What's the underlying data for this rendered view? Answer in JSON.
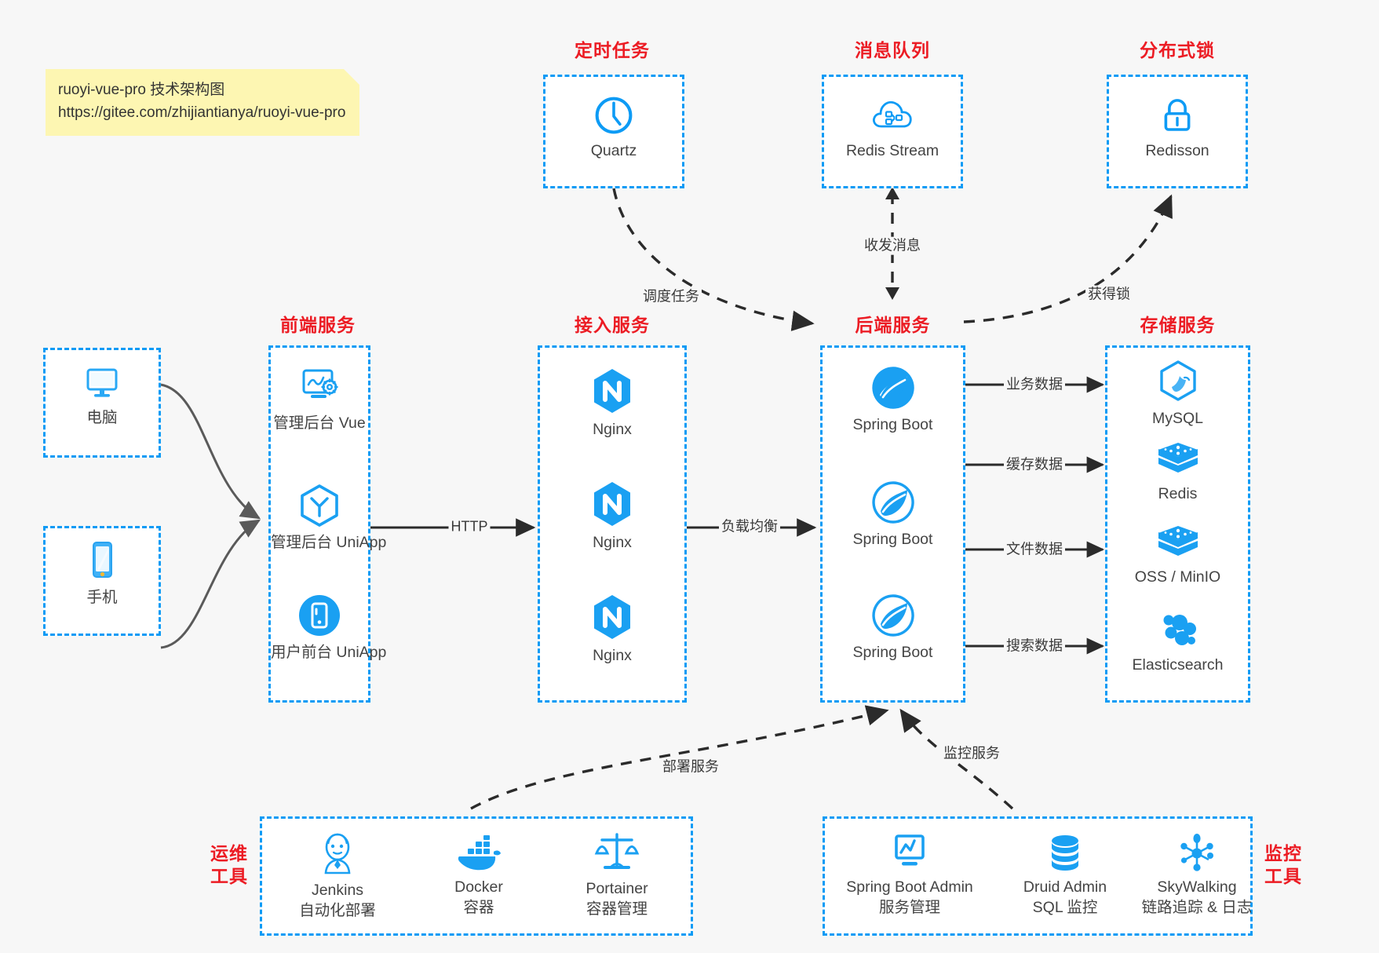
{
  "note": {
    "line1": "ruoyi-vue-pro 技术架构图",
    "line2": "https://gitee.com/zhijiantianya/ruoyi-vue-pro"
  },
  "colors": {
    "accent_blue": "#0d9bf5",
    "title_red": "#ec1c24",
    "canvas_bg": "#f7f7f7",
    "box_bg": "#ffffff",
    "note_bg": "#fdf6b2",
    "edge_dark": "#2b2b2b",
    "edge_gray": "#595959"
  },
  "groups": {
    "clients": {
      "pc": {
        "label": "电脑",
        "icon": "desktop-monitor-icon"
      },
      "phone": {
        "label": "手机",
        "icon": "mobile-phone-icon"
      }
    },
    "scheduler": {
      "title": "定时任务",
      "nodes": [
        {
          "label": "Quartz",
          "icon": "clock-icon"
        }
      ]
    },
    "message_queue": {
      "title": "消息队列",
      "nodes": [
        {
          "label": "Redis Stream",
          "icon": "cloud-stream-icon"
        }
      ]
    },
    "distributed_lock": {
      "title": "分布式锁",
      "nodes": [
        {
          "label": "Redisson",
          "icon": "padlock-icon"
        }
      ]
    },
    "frontend": {
      "title": "前端服务",
      "nodes": [
        {
          "label": "管理后台 Vue",
          "icon": "admin-dashboard-icon"
        },
        {
          "label": "管理后台 UniApp",
          "icon": "uniapp-hexagon-icon"
        },
        {
          "label": "用户前台 UniApp",
          "icon": "mobile-app-circle-icon"
        }
      ]
    },
    "gateway": {
      "title": "接入服务",
      "nodes": [
        {
          "label": "Nginx",
          "icon": "nginx-icon"
        },
        {
          "label": "Nginx",
          "icon": "nginx-icon"
        },
        {
          "label": "Nginx",
          "icon": "nginx-icon"
        }
      ]
    },
    "backend": {
      "title": "后端服务",
      "nodes": [
        {
          "label": "Spring Boot",
          "icon": "spring-boot-leaf-icon"
        },
        {
          "label": "Spring Boot",
          "icon": "spring-boot-leaf-icon"
        },
        {
          "label": "Spring Boot",
          "icon": "spring-boot-leaf-icon"
        }
      ]
    },
    "storage": {
      "title": "存储服务",
      "nodes": [
        {
          "label": "MySQL",
          "icon": "mysql-dolphin-icon"
        },
        {
          "label": "Redis",
          "icon": "redis-stack-icon"
        },
        {
          "label": "OSS / MinIO",
          "icon": "redis-stack-icon"
        },
        {
          "label": "Elasticsearch",
          "icon": "elasticsearch-cluster-icon"
        }
      ]
    },
    "devops": {
      "title": "运维\n工具",
      "title_line1": "运维",
      "title_line2": "工具",
      "nodes": [
        {
          "label": "Jenkins",
          "sub": "自动化部署",
          "icon": "jenkins-butler-icon"
        },
        {
          "label": "Docker",
          "sub": "容器",
          "icon": "docker-whale-icon"
        },
        {
          "label": "Portainer",
          "sub": "容器管理",
          "icon": "portainer-scales-icon"
        }
      ]
    },
    "monitoring": {
      "title_line1": "监控",
      "title_line2": "工具",
      "nodes": [
        {
          "label": "Spring Boot Admin",
          "sub": "服务管理",
          "icon": "monitor-chart-icon"
        },
        {
          "label": "Druid Admin",
          "sub": "SQL 监控",
          "icon": "database-cylinder-icon"
        },
        {
          "label": "SkyWalking",
          "sub": "链路追踪 & 日志",
          "icon": "skywalking-nodes-icon"
        }
      ]
    }
  },
  "edges": [
    {
      "id": "front-to-gateway",
      "label": "HTTP",
      "from": "frontend",
      "to": "gateway",
      "style": "solid"
    },
    {
      "id": "gateway-to-backend",
      "label": "负载均衡",
      "from": "gateway",
      "to": "backend",
      "style": "solid"
    },
    {
      "id": "quartz-to-backend",
      "label": "调度任务",
      "from": "scheduler",
      "to": "backend",
      "style": "dashed"
    },
    {
      "id": "mq-backend",
      "label": "收发消息",
      "from": "message_queue",
      "to": "backend",
      "style": "dashed-bidirectional"
    },
    {
      "id": "backend-to-lock",
      "label": "获得锁",
      "from": "backend",
      "to": "distributed_lock",
      "style": "dashed"
    },
    {
      "id": "backend-to-mysql",
      "label": "业务数据",
      "from": "backend",
      "to": "storage",
      "style": "solid"
    },
    {
      "id": "backend-to-redis",
      "label": "缓存数据",
      "from": "backend",
      "to": "storage",
      "style": "solid"
    },
    {
      "id": "backend-to-oss",
      "label": "文件数据",
      "from": "backend",
      "to": "storage",
      "style": "solid"
    },
    {
      "id": "backend-to-es",
      "label": "搜索数据",
      "from": "backend",
      "to": "storage",
      "style": "solid"
    },
    {
      "id": "devops-to-backend",
      "label": "部署服务",
      "from": "devops",
      "to": "backend",
      "style": "dashed"
    },
    {
      "id": "monitor-to-backend",
      "label": "监控服务",
      "from": "monitoring",
      "to": "backend",
      "style": "dashed"
    }
  ]
}
